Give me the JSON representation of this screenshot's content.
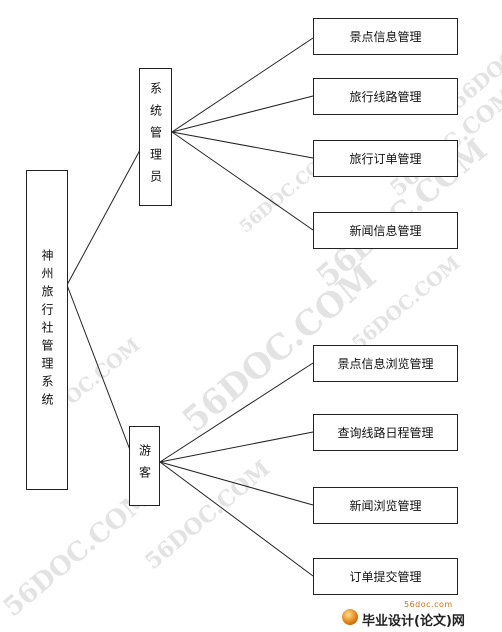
{
  "diagram": {
    "root": {
      "label": "神州旅行社管理系统"
    },
    "branches": [
      {
        "label": "系统管理员",
        "modules": [
          "景点信息管理",
          "旅行线路管理",
          "旅行订单管理",
          "新闻信息管理"
        ]
      },
      {
        "label": "游客",
        "modules": [
          "景点信息浏览管理",
          "查询线路日程管理",
          "新闻浏览管理",
          "订单提交管理"
        ]
      }
    ]
  },
  "watermark": {
    "text": "56DOC.COM"
  },
  "branding": {
    "url": "56doc.com",
    "name": "毕业设计(论文)网"
  }
}
